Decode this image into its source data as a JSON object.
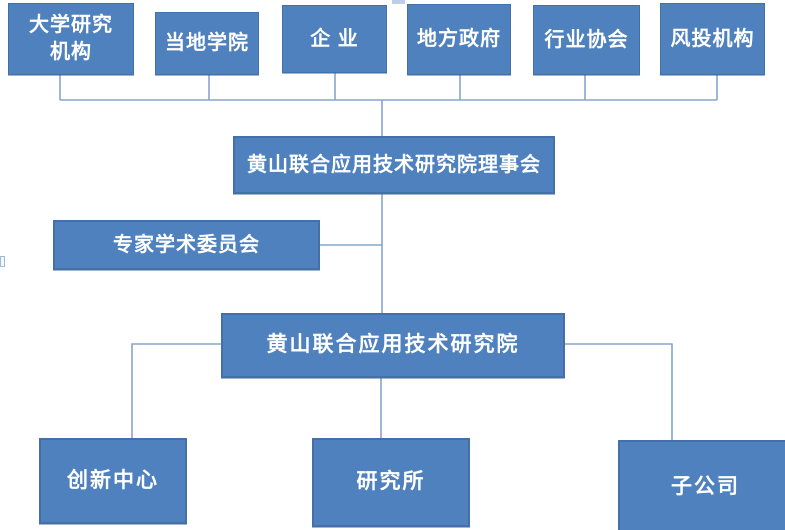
{
  "colors": {
    "node_fill": "#4E81BD",
    "node_border": "#4470A9",
    "connector_line": "#85A5CE",
    "text_color": "#FFFFFF"
  },
  "org": {
    "top_row": [
      {
        "label": "大学研究\n机构"
      },
      {
        "label": "当地学院"
      },
      {
        "label": "企 业"
      },
      {
        "label": "地方政府"
      },
      {
        "label": "行业协会"
      },
      {
        "label": "风投机构"
      }
    ],
    "board": {
      "label": "黄山联合应用技术研究院理事会"
    },
    "committee": {
      "label": "专家学术委员会"
    },
    "institute": {
      "label": "黄山联合应用技术研究院"
    },
    "bottom_row": [
      {
        "label": "创新中心"
      },
      {
        "label": "研究所"
      },
      {
        "label": "子公司"
      }
    ]
  }
}
